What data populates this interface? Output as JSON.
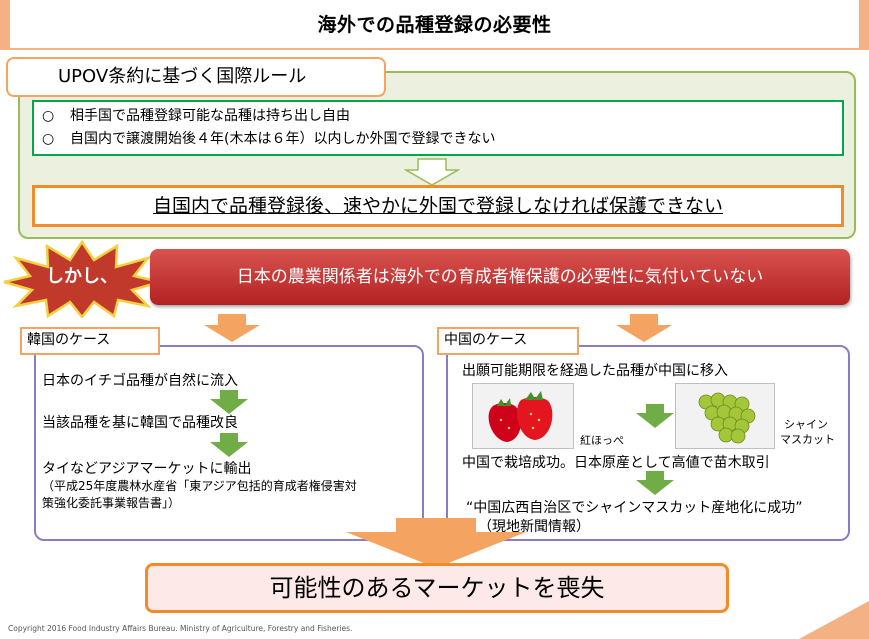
{
  "title": "海外での品種登録の必要性",
  "upov": {
    "label": "UPOV条約に基づく国際ルール",
    "rules": [
      {
        "marker": "○",
        "text": "相手国で品種登録可能な品種は持ち出し自由"
      },
      {
        "marker": "○",
        "text": "自国内で譲渡開始後４年(木本は６年）以内しか外国で登録できない"
      }
    ],
    "conclusion": "自国内で品種登録後、速やかに外国で登録しなければ保護できない"
  },
  "however": {
    "label": "しかし、",
    "banner": "日本の農業関係者は海外での育成者権保護の必要性に気付いていない"
  },
  "korea": {
    "label": "韓国のケース",
    "steps": [
      "日本のイチゴ品種が自然に流入",
      "当該品種を基に韓国で品種改良",
      "タイなどアジアマーケットに輸出"
    ],
    "source_line1": "（平成25年度農林水産省「東アジア包括的育成者権侵害対",
    "source_line2": "策強化委託事業報告書」）"
  },
  "china": {
    "label": "中国のケース",
    "step1": "出願可能期限を経過した品種が中国に移入",
    "fruit1": "紅ほっぺ",
    "fruit2_line1": "シャイン",
    "fruit2_line2": "マスカット",
    "step2": "中国で栽培成功。日本原産として高値で苗木取引",
    "step3": "“中国広西自治区でシャインマスカット産地化に成功”",
    "source": "（現地新聞情報）"
  },
  "result": "可能性のあるマーケットを喪失",
  "copyright": "Copyright 2016 Food Industry Affairs Bureau.   Ministry of Agriculture, Forestry and Fisheries.",
  "colors": {
    "accent_orange": "#f28c28",
    "green_border": "#00a650",
    "banner_red": "#c0392b",
    "purple_border": "#8e7cc3",
    "arrow_green": "#70ad47"
  }
}
